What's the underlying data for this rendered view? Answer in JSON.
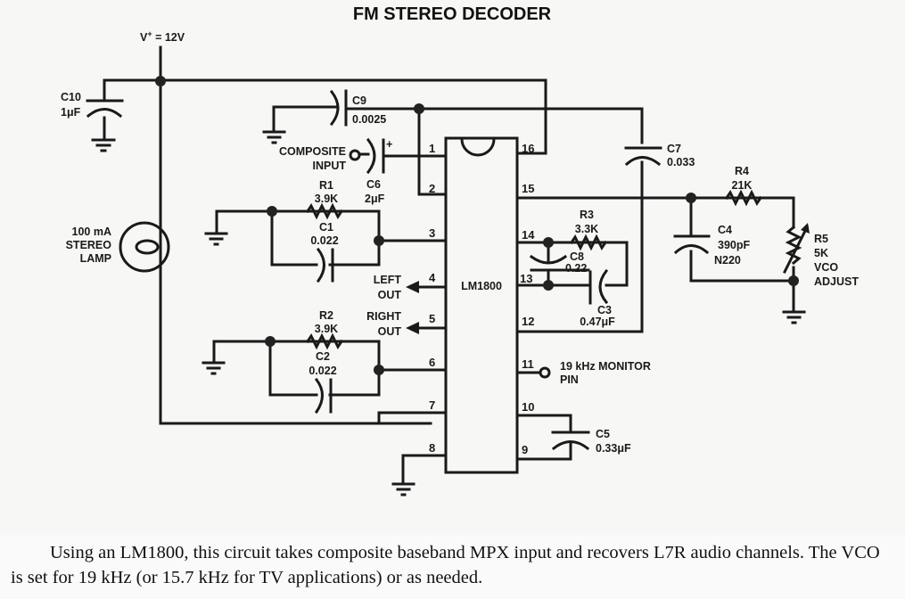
{
  "title": "FM STEREO DECODER",
  "ic": {
    "name": "LM1800",
    "pins": [
      "1",
      "2",
      "3",
      "4",
      "5",
      "6",
      "7",
      "8",
      "9",
      "10",
      "11",
      "12",
      "13",
      "14",
      "15",
      "16"
    ]
  },
  "supply": {
    "label": "V",
    "sup": "+",
    "value": " = 12V"
  },
  "components": {
    "C10": {
      "ref": "C10",
      "value": "1μF"
    },
    "C9": {
      "ref": "C9",
      "value": "0.0025"
    },
    "C6": {
      "ref": "C6",
      "value": "2μF",
      "polarity": "+"
    },
    "C7": {
      "ref": "C7",
      "value": "0.033"
    },
    "R4": {
      "ref": "R4",
      "value": "21K"
    },
    "C4": {
      "ref": "C4",
      "value": "390pF",
      "note": "N220"
    },
    "R5": {
      "ref": "R5",
      "value": "5K",
      "note1": "VCO",
      "note2": "ADJUST"
    },
    "R1": {
      "ref": "R1",
      "value": "3.9K"
    },
    "C1": {
      "ref": "C1",
      "value": "0.022"
    },
    "R2": {
      "ref": "R2",
      "value": "3.9K"
    },
    "C2": {
      "ref": "C2",
      "value": "0.022"
    },
    "R3": {
      "ref": "R3",
      "value": "3.3K"
    },
    "C8": {
      "ref": "C8",
      "value": "0.22"
    },
    "C3": {
      "ref": "C3",
      "value": "0.47μF"
    },
    "C5": {
      "ref": "C5",
      "value": "0.33μF"
    },
    "lamp": {
      "line1": "100 mA",
      "line2": "STEREO",
      "line3": "LAMP"
    }
  },
  "io": {
    "composite1": "COMPOSITE",
    "composite2": "INPUT",
    "left1": "LEFT",
    "left2": "OUT",
    "right1": "RIGHT",
    "right2": "OUT",
    "monitor1": "19 kHz MONITOR",
    "monitor2": "PIN"
  },
  "caption": "Using an LM1800, this circuit takes composite baseband MPX input and recovers L7R audio channels. The VCO is set for 19 kHz (or 15.7 kHz for TV applications) or as needed."
}
